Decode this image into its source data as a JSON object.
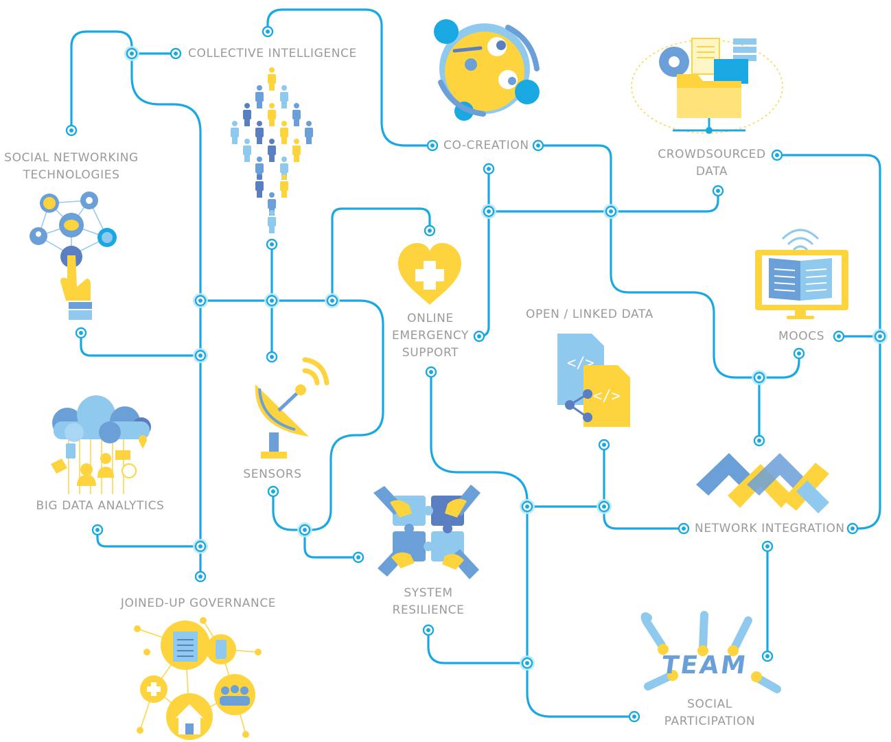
{
  "labels": {
    "collective_intelligence": "COLLECTIVE INTELLIGENCE",
    "co_creation": "CO-CREATION",
    "crowdsourced_line1": "CROWDSOURCED",
    "crowdsourced_line2": "DATA",
    "social_networking_line1": "SOCIAL NETWORKING",
    "social_networking_line2": "TECHNOLOGIES",
    "online_emergency_line1": "ONLINE",
    "online_emergency_line2": "EMERGENCY",
    "online_emergency_line3": "SUPPORT",
    "open_linked_data": "OPEN / LINKED DATA",
    "moocs": "MOOCS",
    "sensors": "SENSORS",
    "big_data_analytics": "BIG DATA ANALYTICS",
    "network_integration": "NETWORK INTEGRATION",
    "system_resilience_line1": "SYSTEM",
    "system_resilience_line2": "RESILIENCE",
    "joined_up_governance": "JOINED-UP GOVERNANCE",
    "social_participation_line1": "SOCIAL",
    "social_participation_line2": "PARTICIPATION",
    "team_word": "TEAM"
  },
  "colors": {
    "line": "#1aa8e2",
    "label": "#9a9a9a",
    "yellow": "#fdd33e",
    "blue_light": "#8fc9ee",
    "blue_mid": "#6b9fd8",
    "blue_dark": "#5a7fc0"
  },
  "icons": [
    "people-crowd-icon",
    "co-creation-globe-icon",
    "crowdsourced-folder-icon",
    "social-network-hand-icon",
    "heart-cross-icon",
    "linked-documents-icon",
    "monitor-book-icon",
    "satellite-dish-icon",
    "cloud-analytics-icon",
    "network-chevrons-icon",
    "puzzle-hands-icon",
    "governance-network-icon",
    "team-hands-icon"
  ]
}
